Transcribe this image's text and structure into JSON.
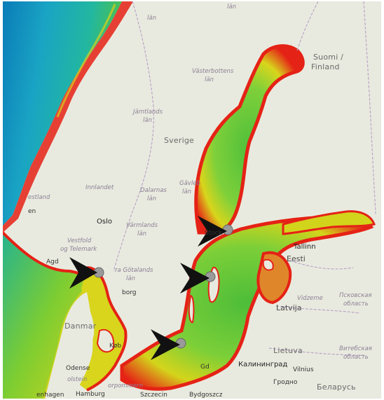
{
  "map": {
    "country_labels": {
      "suomi_line1": "Suomi /",
      "suomi_line2": "Finland",
      "sverige": "Sverige",
      "eesti": "Eesti",
      "latvija": "Latvija",
      "lietuva": "Lietuva",
      "danmark": "Danmar",
      "belarus": "Беларусь"
    },
    "region_labels": {
      "vasterbotten_line1": "Västerbottens",
      "vasterbotten_line2": "län",
      "jamtland_line1": "Jämtlands",
      "jamtland_line2": "län",
      "gavleborg_line1": "Gävleb",
      "gavleborg_line2": "län",
      "dalarna_line1": "Dalarnas",
      "dalarna_line2": "län",
      "innlandet": "Innlandet",
      "varmland_line1": "Värmlands",
      "varmland_line2": "län",
      "vestfold_line1": "Vestfold",
      "vestfold_line2": "og Telemark",
      "vastra_gotaland": "ra Götalands",
      "vastra_gotaland_2": "län",
      "pskov_line1": "Псковская",
      "pskov_line2": "область",
      "vitebsk_line1": "Витебская",
      "vitebsk_line2": "область",
      "vidzeme": "Vidzeme",
      "holstein": "olstein",
      "vorpommern": "orpommern",
      "nordland_top": "län",
      "vestland": "estland"
    },
    "city_labels": {
      "oslo": "Oslo",
      "stockholm": "Stock",
      "tallinn": "Tallinn",
      "goteborg": "borg",
      "kobenhavn": "Køb",
      "gdansk": "Gd",
      "kaliningrad": "Калининград",
      "vilnius": "Vilnius",
      "grodno": "Гродно",
      "hamburg": "Hamburg",
      "szczecin": "Szczecin",
      "bydgoszcz": "Bydgoszcz",
      "agder": "Agd",
      "bergen_fragment": "en",
      "odense_fragment": "Odense",
      "fragment_bottom_left": "enhagen",
      "fragment_top_center": "län"
    },
    "markers": [
      {
        "name": "skagerrak",
        "direction": "right"
      },
      {
        "name": "stockholm-archipelago",
        "direction": "right"
      },
      {
        "name": "gotland",
        "direction": "right"
      },
      {
        "name": "bornholm",
        "direction": "right"
      }
    ],
    "colors": {
      "land": "#e9eadf",
      "deep_ocean": "#1d8fb3",
      "shelf": "#22b7a0",
      "shallow": "#6ec83a",
      "coast_yellow": "#d9d21a",
      "coast_red": "#e52216",
      "arrow": "#111111",
      "marker_circle": "#9a9a9a"
    }
  }
}
